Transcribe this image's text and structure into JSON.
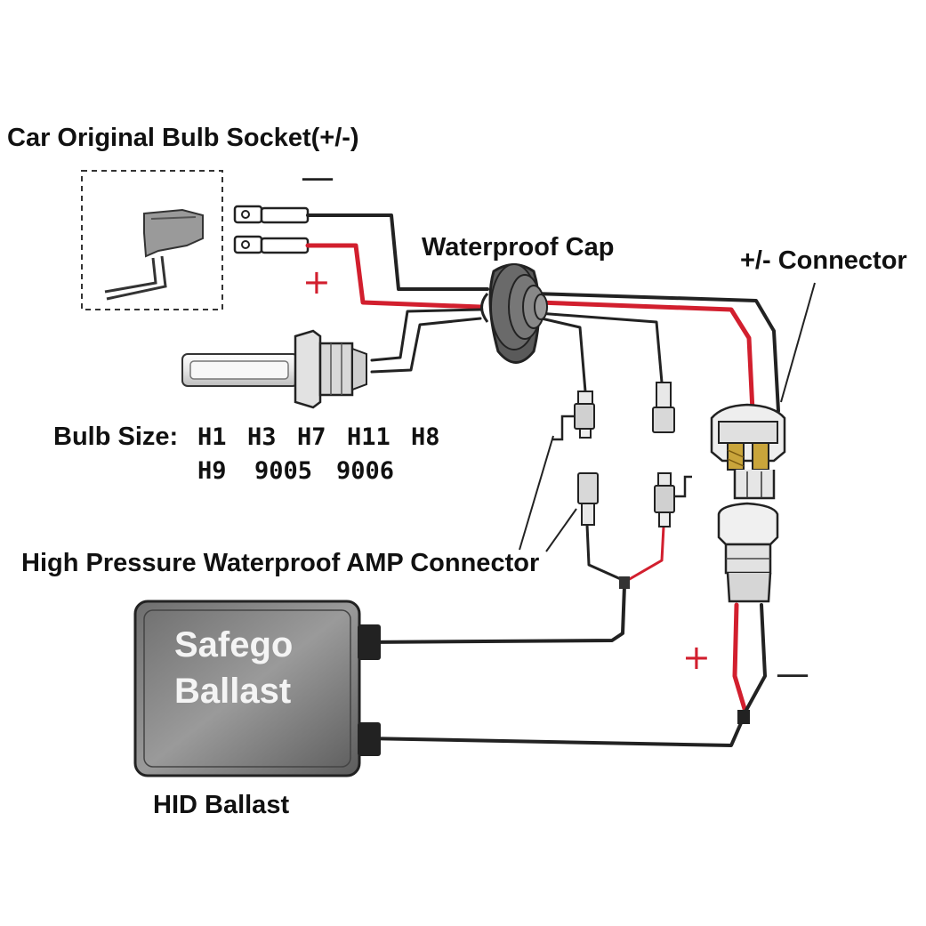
{
  "labels": {
    "socket": "Car Original Bulb Socket(+/-)",
    "waterproof_cap": "Waterproof Cap",
    "connector": "+/- Connector",
    "bulb_size_label": "Bulb Size:",
    "amp_connector": "High Pressure Waterproof AMP Connector",
    "hid_ballast": "HID Ballast"
  },
  "bulb_sizes": {
    "row1": [
      "H1",
      "H3",
      "H7",
      "H11",
      "H8"
    ],
    "row2": [
      "H9",
      "9005",
      "9006"
    ]
  },
  "ballast": {
    "brand": "Safego",
    "name": "Ballast"
  },
  "signs": {
    "socket_minus": "—",
    "socket_plus": "+",
    "lower_plus": "+",
    "lower_minus": "—"
  },
  "colors": {
    "positive_wire": "#d21f2e",
    "negative_wire": "#1a1a1a",
    "ballast_body": "#8a8a8a"
  }
}
